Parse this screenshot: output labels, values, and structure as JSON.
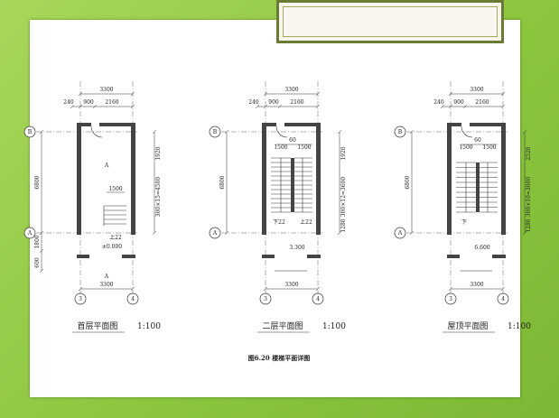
{
  "colors": {
    "background": "#8cc63f",
    "card": "#ffffff",
    "title_box_border": "#6b7a35",
    "line": "#333333"
  },
  "plans": [
    {
      "dims_top": {
        "total": "3300",
        "left": "240",
        "mid": "900",
        "right": "2160"
      },
      "dims_left": {
        "main": "6800",
        "lower": "1800",
        "bottom": "600"
      },
      "dims_right": {
        "upper": "1920",
        "stair": "300×15=4500"
      },
      "axes_rows": [
        "B",
        "A"
      ],
      "axes_cols": [
        "3",
        "4"
      ],
      "dim_bottom": "3300",
      "labels": {
        "landing": "1500",
        "up": "上22",
        "elevation": "±0.000",
        "section_mark": "A"
      },
      "caption": "首层平面图",
      "scale": "1:100"
    },
    {
      "dims_top": {
        "total": "3300",
        "left": "240",
        "mid": "900",
        "right": "2160"
      },
      "dims_left": {
        "main": "6800"
      },
      "dims_right": {
        "upper": "1920",
        "stair": "300×12=3600",
        "lower": "1280"
      },
      "axes_rows": [
        "B",
        "A"
      ],
      "axes_cols": [
        "3",
        "4"
      ],
      "dim_bottom": "3300",
      "labels": {
        "gap": "60",
        "w1": "1500",
        "w2": "1500",
        "down": "下22",
        "up": "上22",
        "elevation": "3.300"
      },
      "caption": "二层平面图",
      "scale": "1:100"
    },
    {
      "dims_top": {
        "total": "3300",
        "left": "240",
        "mid": "900",
        "right": "2160"
      },
      "dims_left": {
        "main": "6800"
      },
      "dims_right": {
        "upper": "2520",
        "stair": "300×10=3000",
        "lower": "1280"
      },
      "axes_rows": [
        "B",
        "A"
      ],
      "axes_cols": [
        "3",
        "4"
      ],
      "dim_bottom": "3300",
      "labels": {
        "gap": "60",
        "w1": "1500",
        "w2": "1500",
        "down": "下",
        "elevation": "6.600"
      },
      "caption": "屋顶平面图",
      "scale": "1:100"
    }
  ],
  "figure_title": "图6.20    楼梯平面详图"
}
